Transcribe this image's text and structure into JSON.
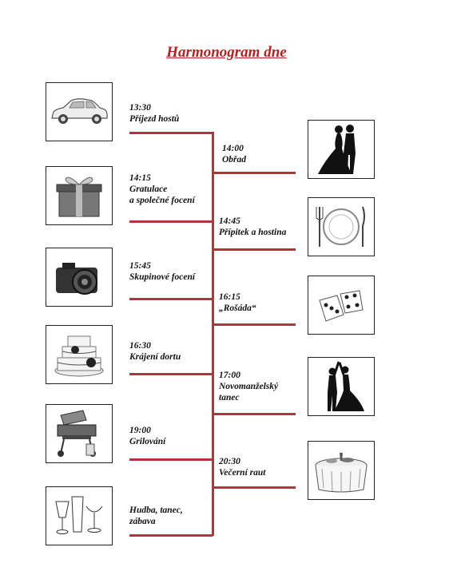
{
  "title": "Harmonogram dne",
  "events": [
    {
      "time": "13:30",
      "label": "Příjezd hostů",
      "icon": "car-icon"
    },
    {
      "time": "14:00",
      "label": "Obřad",
      "icon": "bride-groom-icon"
    },
    {
      "time": "14:15",
      "label": "Gratulace\na společné focení",
      "icon": "gift-icon"
    },
    {
      "time": "14:45",
      "label": "Přípitek a hostina",
      "icon": "plate-cutlery-icon"
    },
    {
      "time": "15:45",
      "label": "Skupinové focení",
      "icon": "camera-icon"
    },
    {
      "time": "16:15",
      "label": "„Rošáda“",
      "icon": "dice-icon"
    },
    {
      "time": "16:30",
      "label": "Krájení dortu",
      "icon": "cake-icon"
    },
    {
      "time": "17:00",
      "label": "Novomanželský\ntanec",
      "icon": "dancing-couple-icon"
    },
    {
      "time": "19:00",
      "label": "Grilování",
      "icon": "grill-icon"
    },
    {
      "time": "20:30",
      "label": "Večerní raut",
      "icon": "buffet-table-icon"
    },
    {
      "time": "",
      "label": "Hudba, tanec,\nzábava",
      "icon": "glasses-icon"
    }
  ],
  "colors": {
    "line": "#b5333a",
    "title": "#b22222"
  }
}
